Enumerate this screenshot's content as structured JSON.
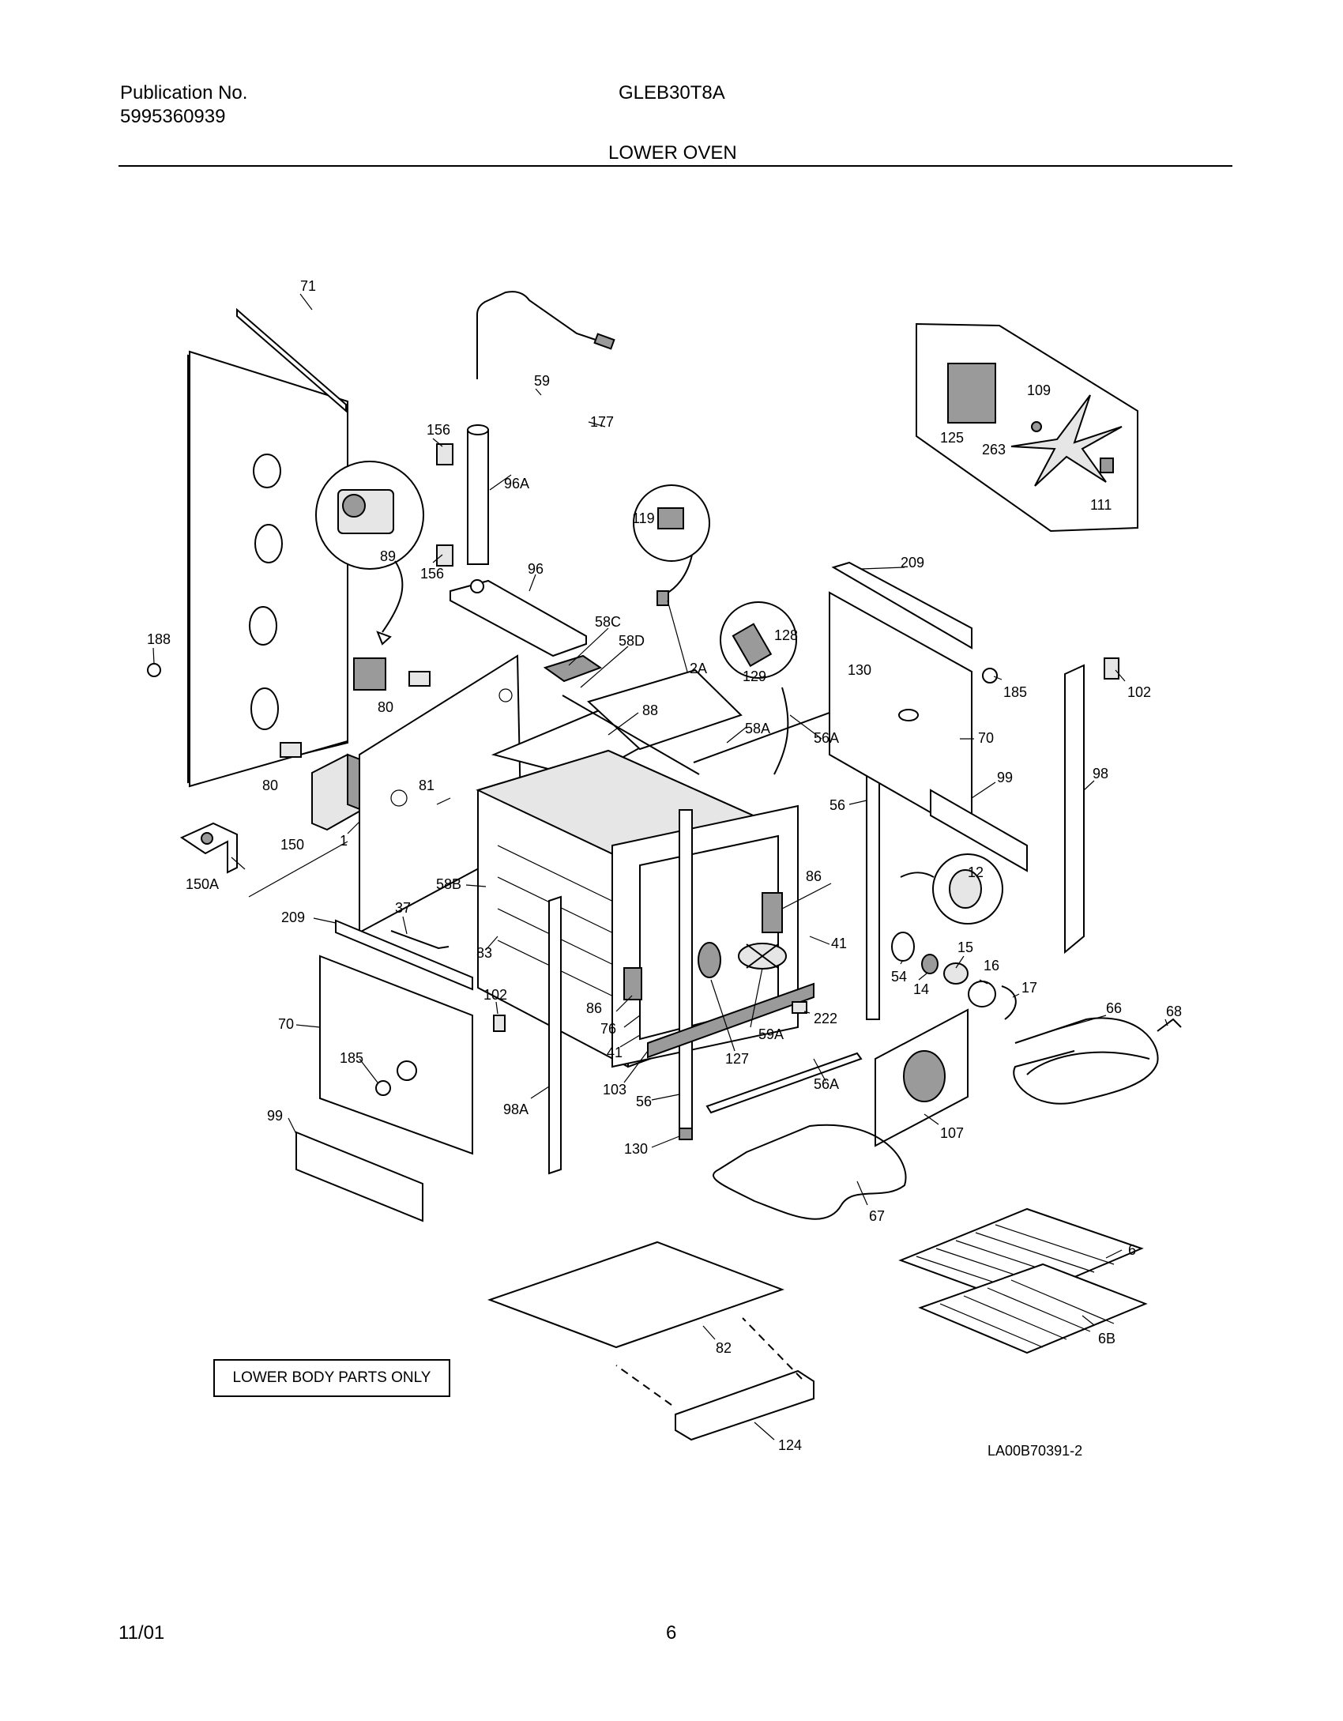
{
  "header": {
    "pub_label": "Publication No.",
    "pub_number": "5995360939",
    "model": "GLEB30T8A",
    "section": "LOWER OVEN"
  },
  "footer": {
    "date": "11/01",
    "page": "6"
  },
  "note_box": "LOWER BODY PARTS ONLY",
  "diagram_code": "LA00B70391-2",
  "callouts": {
    "c71": "71",
    "c59": "59",
    "c156a": "156",
    "c177": "177",
    "c96a": "96A",
    "c89": "89",
    "c156b": "156",
    "c96": "96",
    "c119": "119",
    "c125": "125",
    "c263": "263",
    "c109": "109",
    "c111": "111",
    "c188": "188",
    "c58c": "58C",
    "c58d": "58D",
    "c2a": "2A",
    "c128": "128",
    "c129": "129",
    "c130a": "130",
    "c185a": "185",
    "c102a": "102",
    "c209a": "209",
    "c80a": "80",
    "c80b": "80",
    "c88": "88",
    "c58a": "58A",
    "c56aa": "56A",
    "c70a": "70",
    "c99a": "99",
    "c98": "98",
    "c81": "81",
    "c150": "150",
    "c150a": "150A",
    "c1": "1",
    "c56a": "56",
    "c12": "12",
    "c58b": "58B",
    "c86a": "86",
    "c41a": "41",
    "c37": "37",
    "c209b": "209",
    "c83": "83",
    "c15": "15",
    "c16": "16",
    "c17": "17",
    "c54": "54",
    "c14": "14",
    "c102b": "102",
    "c66": "66",
    "c68": "68",
    "c86b": "86",
    "c70b": "70",
    "c76": "76",
    "c222": "222",
    "c59a": "59A",
    "c41b": "41",
    "c127": "127",
    "c185b": "185",
    "c103": "103",
    "c56b": "56",
    "c56ab": "56A",
    "c98a": "98A",
    "c107": "107",
    "c99b": "99",
    "c130b": "130",
    "c67": "67",
    "c6": "6",
    "c6b": "6B",
    "c82": "82",
    "c124": "124"
  }
}
